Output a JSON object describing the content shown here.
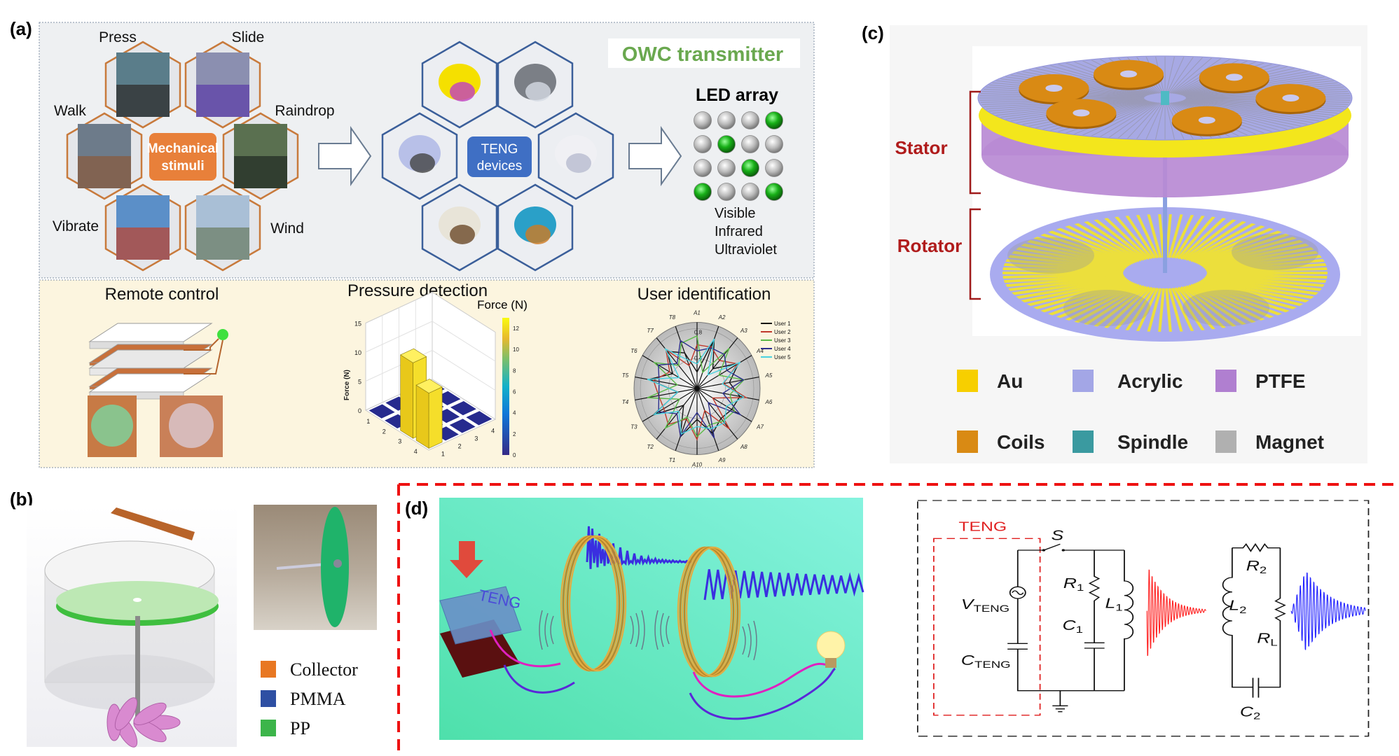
{
  "panel_labels": {
    "a": "(a)",
    "b": "(b)",
    "c": "(c)",
    "d": "(d)"
  },
  "panel_a": {
    "title": "OWC transmitter",
    "stimuli": [
      "Press",
      "Slide",
      "Walk",
      "Raindrop",
      "Vibrate",
      "Wind"
    ],
    "stimuli_center": [
      "Mechanical",
      "stimuli"
    ],
    "teng_center": [
      "TENG",
      "devices"
    ],
    "led_title": "LED array",
    "led_states": [
      [
        0,
        0,
        0,
        1
      ],
      [
        0,
        1,
        0,
        0
      ],
      [
        0,
        0,
        1,
        0
      ],
      [
        1,
        0,
        0,
        1
      ]
    ],
    "led_types": [
      "Visible",
      "Infrared",
      "Ultraviolet"
    ],
    "applications": {
      "remote": "Remote  control",
      "pressure": "Pressure detection",
      "user": "User identification"
    },
    "pressure_chart": {
      "colorbar_label": "Force (N)",
      "colorbar_ticks": [
        "0",
        "2",
        "4",
        "6",
        "8",
        "10",
        "12"
      ],
      "zlabel": "Force (N)",
      "z_ticks": [
        "0",
        "5",
        "10",
        "15"
      ],
      "x_ticks": [
        "1",
        "2",
        "3",
        "4"
      ],
      "y_ticks": [
        "1",
        "2",
        "3",
        "4"
      ],
      "values": [
        [
          0,
          0,
          0,
          0
        ],
        [
          0,
          0,
          0,
          0
        ],
        [
          13,
          0,
          0,
          0
        ],
        [
          9.5,
          0,
          0,
          0
        ]
      ]
    },
    "radar": {
      "rings": [
        "0.4",
        "0.8"
      ],
      "axes": [
        "A1",
        "A2",
        "A3",
        "A4",
        "A5",
        "A6",
        "A7",
        "A8",
        "A9",
        "A10",
        "T1",
        "T2",
        "T3",
        "T4",
        "T5",
        "T6",
        "T7",
        "T8"
      ],
      "legend": [
        "User 1",
        "User 2",
        "User 3",
        "User 4",
        "User 5"
      ],
      "colors": [
        "#111111",
        "#c0392b",
        "#5ab946",
        "#2c2f8c",
        "#48d1e0"
      ]
    },
    "colors": {
      "stimuli_hex": "#c87a3c",
      "teng_hex": "#3b5f9a",
      "title_green": "#6aa84f",
      "center_orange": "#e8803a",
      "center_blue": "#3f6fc4",
      "led_green": "#1aa01a"
    }
  },
  "panel_b": {
    "legend": [
      {
        "label": "Collector",
        "color": "#e87722"
      },
      {
        "label": "PMMA",
        "color": "#2e4fa3"
      },
      {
        "label": "PP",
        "color": "#3cb54a"
      }
    ]
  },
  "panel_c": {
    "stator": "Stator",
    "rotator": "Rotator",
    "legend": [
      {
        "label": "Au",
        "color": "#f7cf00"
      },
      {
        "label": "Acrylic",
        "color": "#a3a6e6"
      },
      {
        "label": "PTFE",
        "color": "#b07fd0"
      },
      {
        "label": "Coils",
        "color": "#d98a14"
      },
      {
        "label": "Spindle",
        "color": "#3a9aa0"
      },
      {
        "label": "Magnet",
        "color": "#b0b0b0"
      }
    ]
  },
  "panel_d": {
    "teng_label": "TENG",
    "circuit": {
      "teng_box": "TENG",
      "switch": "S",
      "v_teng": {
        "main": "V",
        "sub": "TENG"
      },
      "c_teng": {
        "main": "C",
        "sub": "TENG"
      },
      "r1": {
        "main": "R",
        "sub": "1"
      },
      "l1": {
        "main": "L",
        "sub": "1"
      },
      "c1": {
        "main": "C",
        "sub": "1"
      },
      "r2": {
        "main": "R",
        "sub": "2"
      },
      "l2": {
        "main": "L",
        "sub": "2"
      },
      "rl": {
        "main": "R",
        "sub": "L"
      },
      "c2": {
        "main": "C",
        "sub": "2"
      }
    },
    "colors": {
      "background": "#52e0b0",
      "wave_tx": "#ff2020",
      "wave_rx": "#2020ff",
      "separator": "#ee1111"
    }
  }
}
